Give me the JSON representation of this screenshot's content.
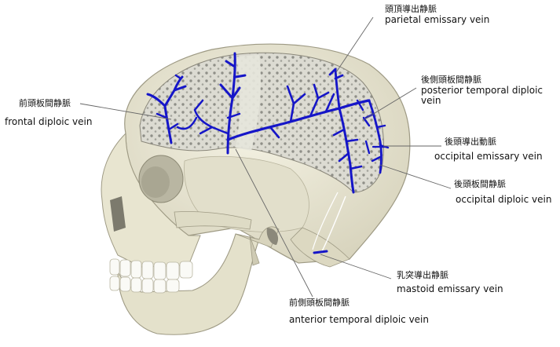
{
  "colors": {
    "vein": "#1515c8",
    "bone": "#ece9d6",
    "bone_shadow": "#c9c5ad",
    "diploe": "#d8d7cc",
    "leader": "#666666",
    "text": "#111111"
  },
  "labels": {
    "parietal_emissary": {
      "jp": "頭頂導出静脈",
      "en": "parietal emissary vein"
    },
    "posterior_temporal_diploic": {
      "jp": "後側頭板間静脈",
      "en": "posterior temporal diploic vein"
    },
    "occipital_emissary": {
      "jp": "後頭導出動脈",
      "en": "occipital emissary vein"
    },
    "occipital_diploic": {
      "jp": "後頭板間静脈",
      "en": "occipital diploic vein"
    },
    "frontal_diploic": {
      "jp": "前頭板間静脈",
      "en": "frontal diploic vein"
    },
    "mastoid_emissary": {
      "jp": "乳突導出静脈",
      "en": "mastoid emissary vein"
    },
    "anterior_temporal_diploic": {
      "jp": "前側頭板間静脈",
      "en": "anterior temporal diploic vein"
    }
  }
}
